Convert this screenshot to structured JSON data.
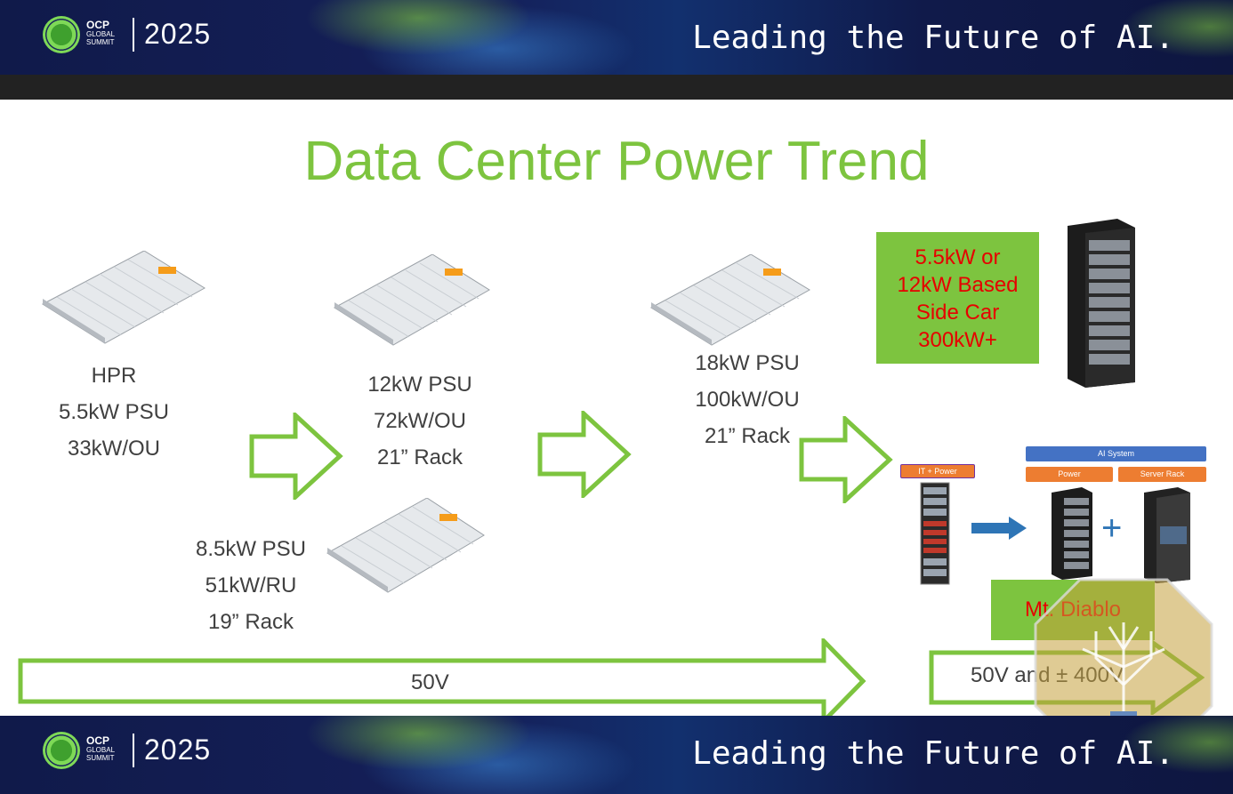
{
  "header": {
    "logo_line1": "OCP",
    "logo_line2": "GLOBAL",
    "logo_line3": "SUMMIT",
    "year": "2025",
    "tagline": "Leading the Future of AI."
  },
  "footer": {
    "logo_line1": "OCP",
    "logo_line2": "GLOBAL",
    "logo_line3": "SUMMIT",
    "year": "2025",
    "tagline": "Leading the Future of AI."
  },
  "slide": {
    "title": "Data  Center Power Trend",
    "stage1": {
      "line1": "HPR",
      "line2": "5.5kW PSU",
      "line3": "33kW/OU"
    },
    "stage2": {
      "line1": "12kW PSU",
      "line2": "72kW/OU",
      "line3": "21” Rack"
    },
    "stage2b": {
      "line1": "8.5kW PSU",
      "line2": "51kW/RU",
      "line3": "19” Rack"
    },
    "stage3": {
      "line1": "18kW PSU",
      "line2": "100kW/OU",
      "line3": "21” Rack"
    },
    "sidecar": {
      "line1": "5.5kW or",
      "line2": "12kW Based",
      "line3": "Side Car",
      "line4": "300kW+"
    },
    "diagram": {
      "it_power": "IT + Power",
      "ai_system": "AI System",
      "power": "Power",
      "server_rack": "Server Rack"
    },
    "mt_diablo": "Mt. Diablo",
    "bar_50v": "50V",
    "bar_400v": "50V and ± 400V"
  },
  "colors": {
    "accent_green": "#7dc43f",
    "red_text": "#e60000",
    "banner_navy": "#101a4a",
    "blue_box": "#4472c4",
    "orange_box": "#ed7d31"
  }
}
